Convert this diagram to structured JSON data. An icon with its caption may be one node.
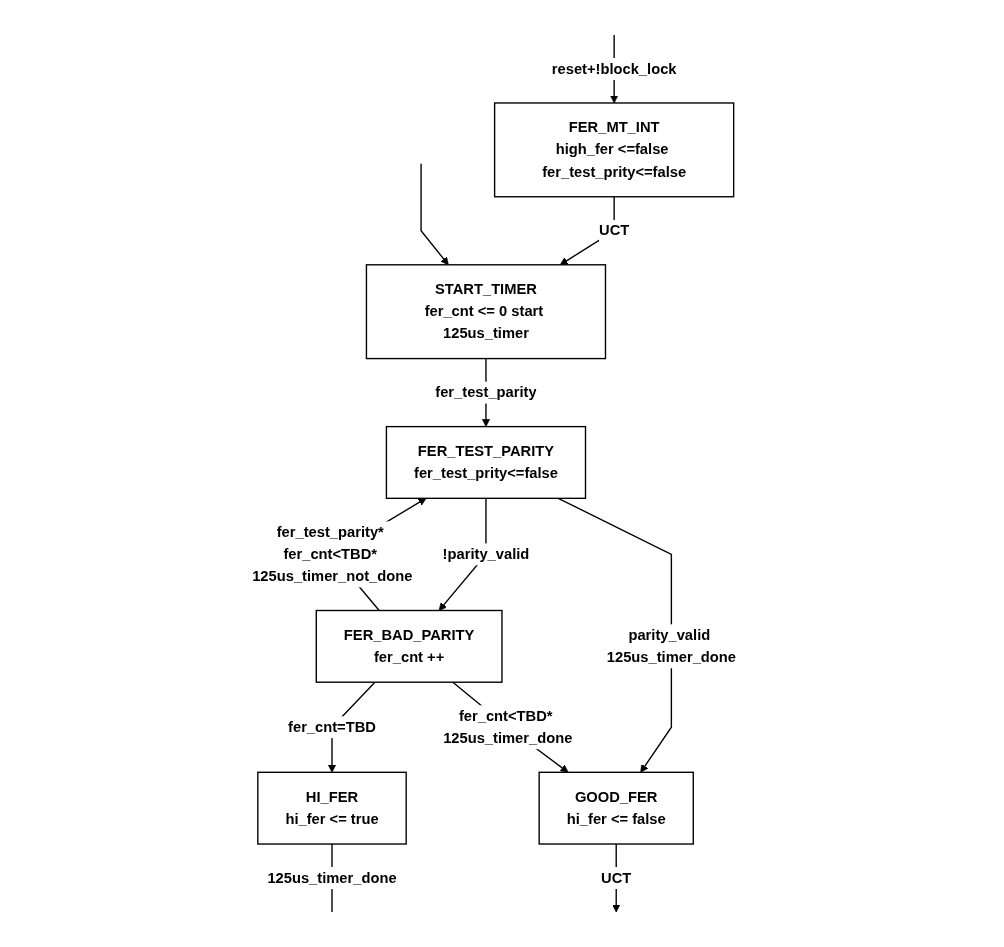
{
  "diagram": {
    "nodes": [
      {
        "text": [
          "FER_MT_INT",
          "high_fer <=false fer_test_prity<=false"
        ]
      },
      {
        "text": [
          "START_TIMER",
          "fer_cnt <= 0 start 125us_timer"
        ]
      },
      {
        "text": [
          "FER_TEST_PARITY",
          "fer_test_prity<=false"
        ]
      },
      {
        "text": [
          "FER_BAD_PARITY",
          "fer_cnt ++"
        ]
      },
      {
        "text": [
          "HI_FER",
          "hi_fer <= true"
        ]
      },
      {
        "text": [
          "GOOD_FER",
          "hi_fer <= false"
        ]
      }
    ],
    "edges": [
      {
        "from": null,
        "to": 0,
        "arrow": "to",
        "label": "reset+!block_lock"
      },
      {
        "from": 0,
        "to": 1,
        "arrow": "to",
        "label": "UCT"
      },
      {
        "from": null,
        "to": 1,
        "arrow": "to"
      },
      {
        "from": 1,
        "to": 2,
        "arrow": "to",
        "label": "fer_test_parity"
      },
      {
        "from": 2,
        "to": 3,
        "arrow": "to",
        "label": "!parity_valid"
      },
      {
        "from": 2,
        "to": 5,
        "arrow": "to",
        "label": "parity_valid 125us_timer_done"
      },
      {
        "from": 3,
        "to": 2,
        "arrow": "to",
        "label": "fer_test_parity* fer_cnt<TBD* 125us_timer_not_done"
      },
      {
        "from": 3,
        "to": 4,
        "arrow": "to",
        "label": "fer_cnt=TBD"
      },
      {
        "from": 3,
        "to": 5,
        "arrow": "to",
        "label": "fer_cnt<TBD* 125us_timer_done"
      },
      {
        "from": 4,
        "to": null,
        "arrow": "none",
        "label": "125us_timer_done"
      },
      {
        "from": 5,
        "to": null,
        "arrow": "to",
        "label": "UCT"
      }
    ]
  }
}
